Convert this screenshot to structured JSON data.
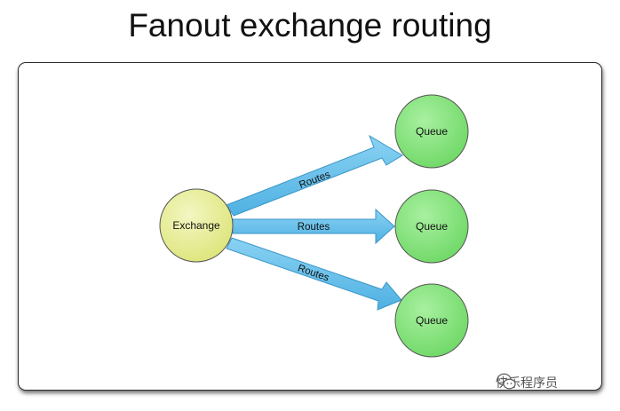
{
  "title": "Fanout exchange routing",
  "exchange": {
    "label": "Exchange",
    "color": "#e4ea8c"
  },
  "queues": [
    {
      "label": "Queue"
    },
    {
      "label": "Queue"
    },
    {
      "label": "Queue"
    }
  ],
  "routes": [
    {
      "label": "Routes"
    },
    {
      "label": "Routes"
    },
    {
      "label": "Routes"
    }
  ],
  "colors": {
    "queue_fill": "#80e078",
    "arrow_fill": "#62bde8",
    "arrow_stroke": "#3a96c8"
  },
  "watermark": {
    "text": "快乐程序员",
    "icon": "wechat-logo-icon"
  }
}
